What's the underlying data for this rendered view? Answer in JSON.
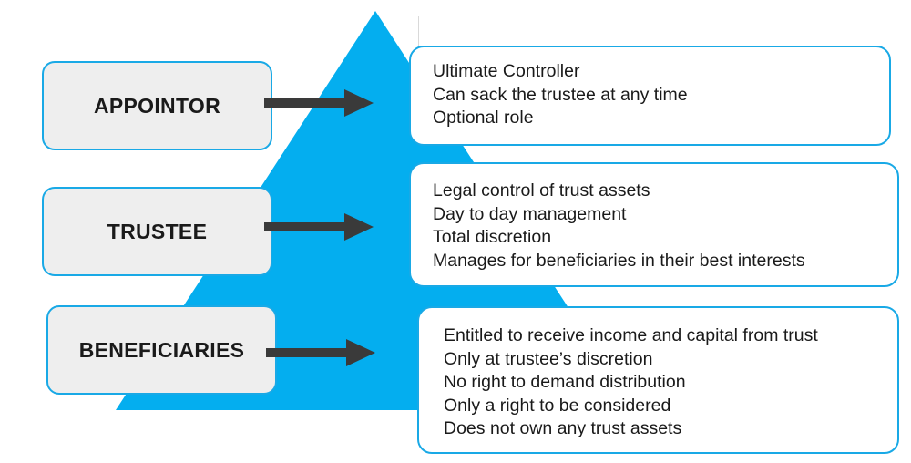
{
  "colors": {
    "pyramid": "#04aeef",
    "box_border": "#19a9e6",
    "role_fill": "#eeeeee",
    "arrow": "#3a3a3a"
  },
  "rows": [
    {
      "role": "APPOINTOR",
      "points": [
        "Ultimate Controller",
        "Can sack the trustee at any time",
        "Optional role"
      ]
    },
    {
      "role": "TRUSTEE",
      "points": [
        "Legal control of trust assets",
        "Day to day management",
        "Total discretion",
        "Manages for beneficiaries in their best interests"
      ]
    },
    {
      "role": "BENEFICIARIES",
      "points": [
        "Entitled to receive income and capital from trust",
        "Only at trustee’s discretion",
        "No right to demand distribution",
        "Only a right to be considered",
        "Does not own any trust assets"
      ]
    }
  ]
}
